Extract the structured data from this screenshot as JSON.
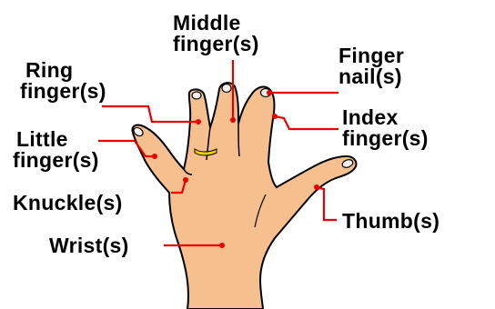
{
  "labels": {
    "middle": [
      "Middle",
      "finger(s)"
    ],
    "ring": [
      "Ring",
      "finger(s)"
    ],
    "fingernail": [
      "Finger",
      "nail(s)"
    ],
    "index": [
      "Index",
      "finger(s)"
    ],
    "little": [
      "Little",
      "finger(s)"
    ],
    "knuckle": "Knuckle(s)",
    "thumb": "Thumb(s)",
    "wrist": "Wrist(s)"
  },
  "colors": {
    "skin": "#f6bf8e",
    "outline": "#000000",
    "leader_line": "#e60000",
    "ring_band": "#f2d000",
    "nail": "#f4efe8"
  }
}
